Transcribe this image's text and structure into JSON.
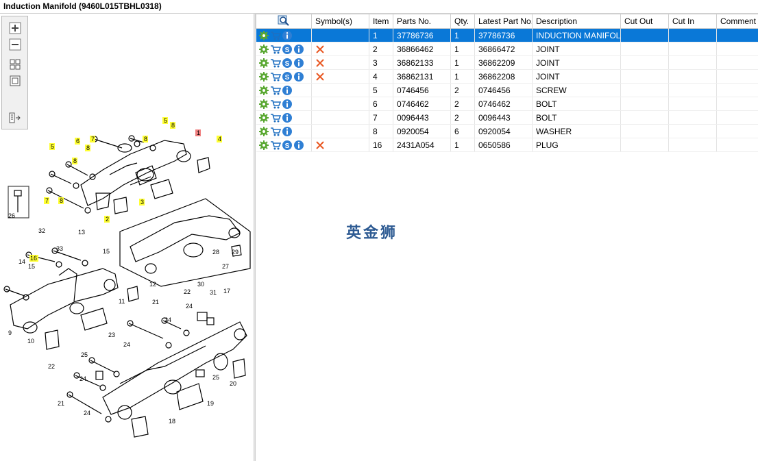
{
  "window": {
    "title": "Induction Manifold (9460L015TBHL0318)"
  },
  "toolbox": {
    "zoom_in": "zoom-in-icon",
    "zoom_out": "zoom-out-icon",
    "fit": "fit-page-icon",
    "actual": "actual-size-icon",
    "panel": "toggle-panel-icon"
  },
  "diagram": {
    "callouts_highlighted": [
      "1",
      "2",
      "3",
      "4",
      "5",
      "5",
      "6",
      "7",
      "7",
      "8",
      "8",
      "8",
      "8",
      "16"
    ],
    "labels": [
      "26",
      "32",
      "13",
      "33",
      "15",
      "14",
      "15",
      "12",
      "11",
      "9",
      "10",
      "27",
      "28",
      "29",
      "30",
      "31",
      "17",
      "22",
      "21",
      "24",
      "23",
      "24",
      "25",
      "22",
      "24",
      "21",
      "24",
      "20",
      "25",
      "19",
      "18"
    ],
    "watermark": "英金狮"
  },
  "table": {
    "columns": [
      "",
      "Symbol(s)",
      "Item",
      "Parts No.",
      "Qty.",
      "Latest Part No.",
      "Description",
      "Cut Out",
      "Cut In",
      "Comment"
    ],
    "rows": [
      {
        "icons": [
          "gear",
          "cart",
          "info"
        ],
        "symbol": "",
        "item": "1",
        "part_no": "37786736",
        "qty": "1",
        "latest": "37786736",
        "desc": "INDUCTION MANIFOLD",
        "cut_out": "",
        "cut_in": "",
        "comment": "",
        "selected": true
      },
      {
        "icons": [
          "gear",
          "cart",
          "s",
          "info"
        ],
        "symbol": "x",
        "item": "2",
        "part_no": "36866462",
        "qty": "1",
        "latest": "36866472",
        "desc": "JOINT",
        "cut_out": "",
        "cut_in": "",
        "comment": ""
      },
      {
        "icons": [
          "gear",
          "cart",
          "s",
          "info"
        ],
        "symbol": "x",
        "item": "3",
        "part_no": "36862133",
        "qty": "1",
        "latest": "36862209",
        "desc": "JOINT",
        "cut_out": "",
        "cut_in": "",
        "comment": ""
      },
      {
        "icons": [
          "gear",
          "cart",
          "s",
          "info"
        ],
        "symbol": "x",
        "item": "4",
        "part_no": "36862131",
        "qty": "1",
        "latest": "36862208",
        "desc": "JOINT",
        "cut_out": "",
        "cut_in": "",
        "comment": ""
      },
      {
        "icons": [
          "gear",
          "cart",
          "info"
        ],
        "symbol": "",
        "item": "5",
        "part_no": "0746456",
        "qty": "2",
        "latest": "0746456",
        "desc": "SCREW",
        "cut_out": "",
        "cut_in": "",
        "comment": ""
      },
      {
        "icons": [
          "gear",
          "cart",
          "info"
        ],
        "symbol": "",
        "item": "6",
        "part_no": "0746462",
        "qty": "2",
        "latest": "0746462",
        "desc": "BOLT",
        "cut_out": "",
        "cut_in": "",
        "comment": ""
      },
      {
        "icons": [
          "gear",
          "cart",
          "info"
        ],
        "symbol": "",
        "item": "7",
        "part_no": "0096443",
        "qty": "2",
        "latest": "0096443",
        "desc": "BOLT",
        "cut_out": "",
        "cut_in": "",
        "comment": ""
      },
      {
        "icons": [
          "gear",
          "cart",
          "info"
        ],
        "symbol": "",
        "item": "8",
        "part_no": "0920054",
        "qty": "6",
        "latest": "0920054",
        "desc": "WASHER",
        "cut_out": "",
        "cut_in": "",
        "comment": ""
      },
      {
        "icons": [
          "gear",
          "cart",
          "s",
          "info"
        ],
        "symbol": "x",
        "item": "16",
        "part_no": "2431A054",
        "qty": "1",
        "latest": "0650586",
        "desc": "PLUG",
        "cut_out": "",
        "cut_in": "",
        "comment": ""
      }
    ]
  },
  "colors": {
    "selection": "#0a78d7",
    "callout_yellow": "#ffff33",
    "callout_red": "#f08080",
    "symbol_x": "#e8551f",
    "watermark": "#2d5a92"
  }
}
